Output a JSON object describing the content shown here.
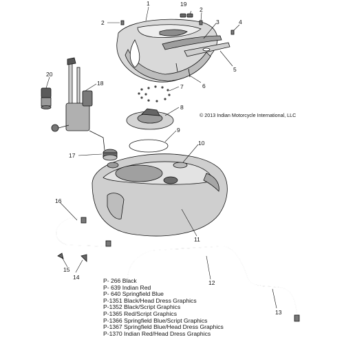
{
  "copyright": "© 2013 Indian Motorcycle International, LLC",
  "callouts": [
    "1",
    "2",
    "2",
    "3",
    "4",
    "5",
    "6",
    "7",
    "8",
    "9",
    "10",
    "11",
    "12",
    "13",
    "14",
    "15",
    "16",
    "17",
    "18",
    "19",
    "20"
  ],
  "color_options": [
    "P- 266 Black",
    "P- 639 Indian Red",
    "P- 640 Springfield Blue",
    "P-1351 Black/Head Dress Graphics",
    "P-1352 Black/Script Graphics",
    "P-1365 Red/Script Graphics",
    "P-1366  Springfield Blue/Script Graphics",
    "P-1367  Springfield Blue/Head Dress Graphics",
    "P-1370 Indian Red/Head Dress Graphics"
  ]
}
